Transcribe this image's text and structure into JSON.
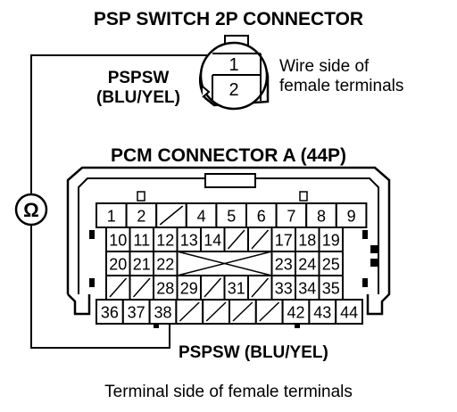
{
  "psp_connector": {
    "title": "PSP SWITCH 2P CONNECTOR",
    "pins": [
      "1",
      "2"
    ],
    "wire_label_line1": "PSPSW",
    "wire_label_line2": "(BLU/YEL)",
    "side_note_line1": "Wire side of",
    "side_note_line2": "female terminals"
  },
  "pcm_connector": {
    "title": "PCM CONNECTOR A (44P)",
    "row1": [
      "1",
      "2",
      "",
      "4",
      "5",
      "6",
      "7",
      "8",
      "9"
    ],
    "row2": [
      "10",
      "11",
      "12",
      "13",
      "14",
      "",
      "",
      "17",
      "18",
      "19"
    ],
    "row3": [
      "20",
      "21",
      "22",
      "",
      "",
      "",
      "",
      "23",
      "24",
      "25"
    ],
    "row4": [
      "",
      "",
      "28",
      "29",
      "",
      "31",
      "",
      "33",
      "34",
      "35"
    ],
    "row5": [
      "36",
      "37",
      "38",
      "",
      "",
      "",
      "",
      "42",
      "43",
      "44"
    ],
    "wire_label": "PSPSW (BLU/YEL)"
  },
  "meter": {
    "symbol": "Ω",
    "icon": "ohmmeter-icon"
  },
  "caption": "Terminal side of female terminals"
}
